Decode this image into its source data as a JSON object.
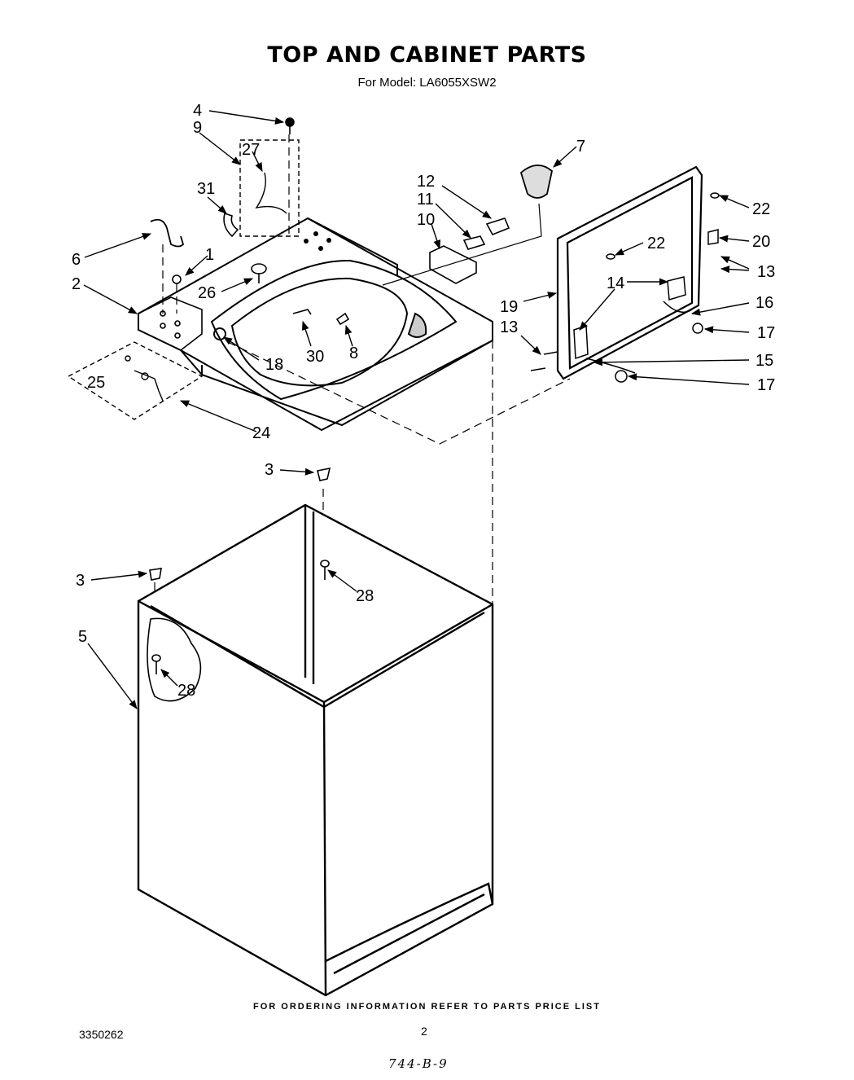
{
  "header": {
    "title": "TOP AND CABINET PARTS",
    "model_line": "For Model: LA6055XSW2"
  },
  "footer": {
    "ordering_info": "FOR ORDERING INFORMATION REFER TO PARTS PRICE LIST",
    "document_number": "3350262",
    "page_number": "2",
    "handwritten_note": "744-B-9"
  },
  "callouts": [
    "4",
    "9",
    "27",
    "31",
    "6",
    "1",
    "2",
    "26",
    "18",
    "30",
    "8",
    "25",
    "24",
    "12",
    "11",
    "10",
    "7",
    "22",
    "22",
    "20",
    "13",
    "19",
    "14",
    "16",
    "17",
    "13",
    "15",
    "17",
    "3",
    "3",
    "28",
    "5",
    "28"
  ]
}
